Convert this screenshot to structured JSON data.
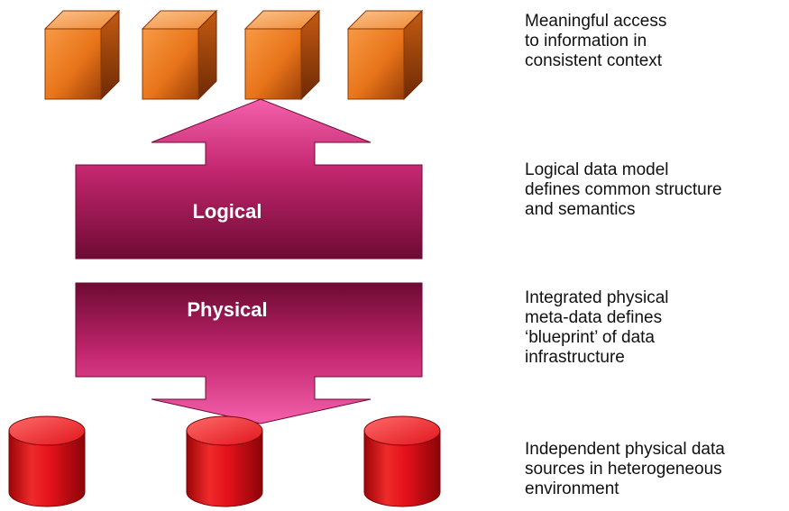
{
  "diagram": {
    "layers": {
      "logical": "Logical",
      "physical": "Physical"
    },
    "descriptions": [
      {
        "lines": [
          "Meaningful access",
          "to information in",
          "consistent context"
        ]
      },
      {
        "lines": [
          "Logical data model",
          "defines common structure",
          "and semantics"
        ]
      },
      {
        "lines": [
          "Integrated physical",
          "meta-data defines",
          "‘blueprint’ of data",
          "infrastructure"
        ]
      },
      {
        "lines": [
          "Independent physical data",
          "sources in heterogeneous",
          "environment"
        ]
      }
    ],
    "colors": {
      "cube_front": "#e8741a",
      "cube_top": "#f7a35c",
      "cube_side": "#a9470b",
      "arrow_light": "#f25aa6",
      "arrow_dark": "#7a0d3a",
      "cylinder_body": "#e30e16",
      "cylinder_top": "#ff3a3a"
    },
    "icons": {
      "cube": "information-cube-icon",
      "cylinder": "database-cylinder-icon"
    }
  }
}
